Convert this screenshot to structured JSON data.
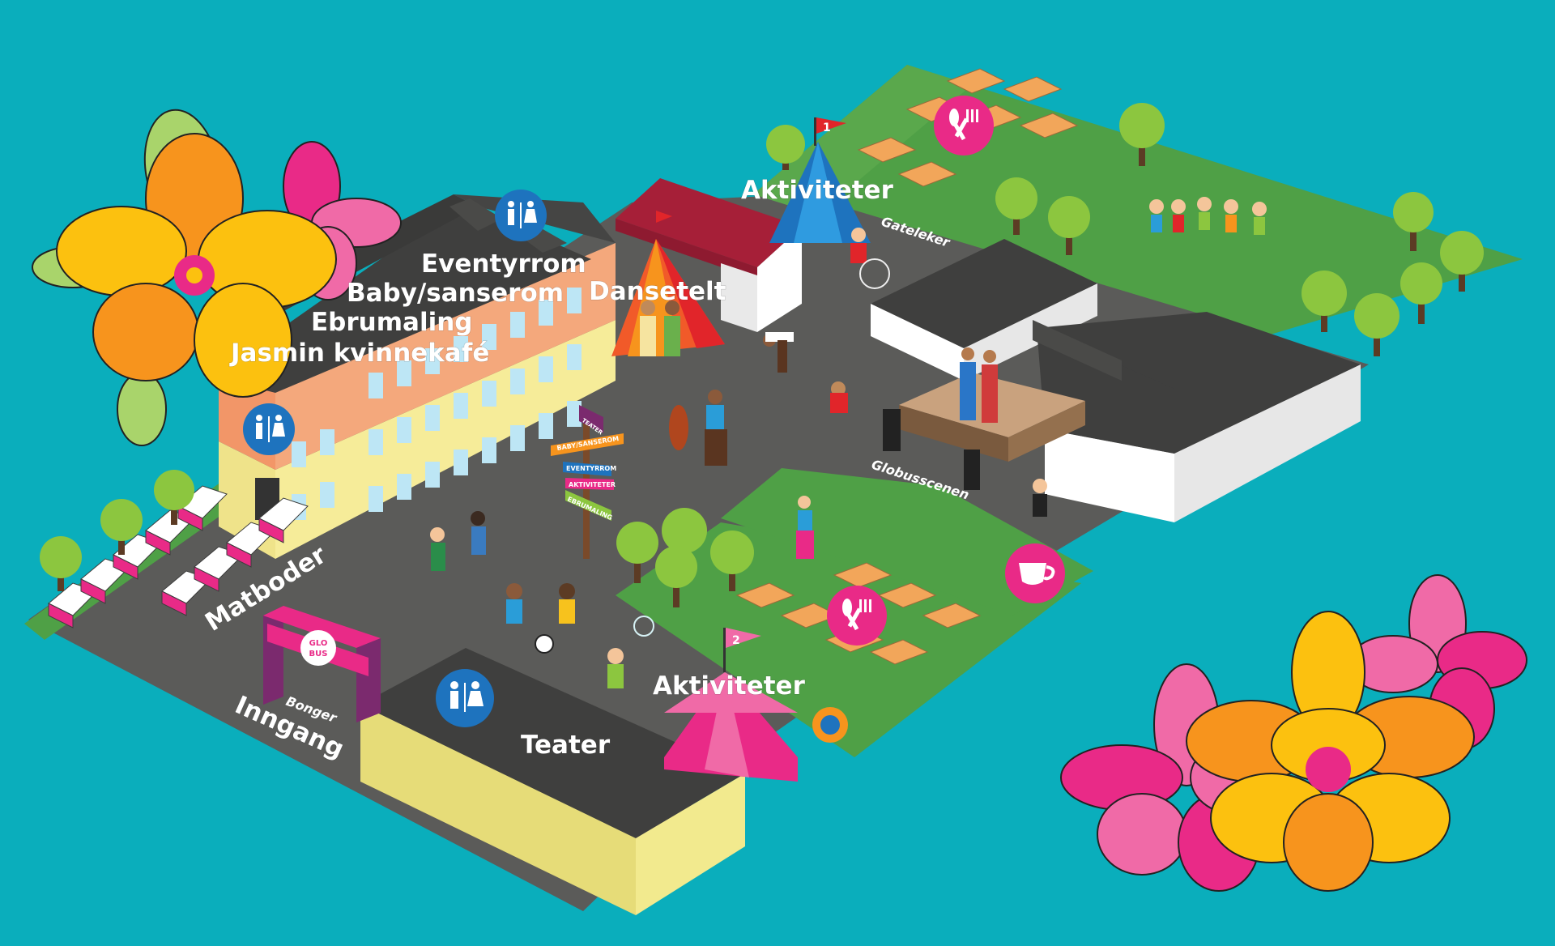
{
  "map": {
    "labels": {
      "eventyrrom": "Eventyrrom",
      "baby_sanserom": "Baby/sanserom",
      "ebrumaling": "Ebrumaling",
      "jasmin": "Jasmin kvinnekafé",
      "dansetelt": "Dansetelt",
      "aktiviteter_1": "Aktiviteter",
      "aktiviteter_2": "Aktiviteter",
      "gateleker": "Gateleker",
      "globusscenen": "Globusscenen",
      "matboder": "Matboder",
      "bonger": "Bonger",
      "inngang": "Inngang",
      "teater": "Teater"
    },
    "markers": {
      "tent_1": "1",
      "tent_2": "2"
    },
    "signpost": [
      "TEATER",
      "BABY/SANSEROM",
      "EVENTYRROM",
      "AKTIVITETER",
      "EBRUMALING"
    ],
    "gate_logo": [
      "GLO",
      "BUS"
    ],
    "icons": [
      "restroom-icon",
      "restroom-icon",
      "restroom-icon",
      "food-icon",
      "food-icon",
      "coffee-icon"
    ],
    "colors": {
      "background": "#0aaebc",
      "grass": "#4fa046",
      "asphalt": "#5b5b59",
      "roof": "#3f3f3e",
      "teater_wall": "#e6dc78",
      "main_building": "#f4a87c",
      "pink": "#e92a87",
      "blue": "#1e73be",
      "orange": "#f7941d"
    }
  }
}
